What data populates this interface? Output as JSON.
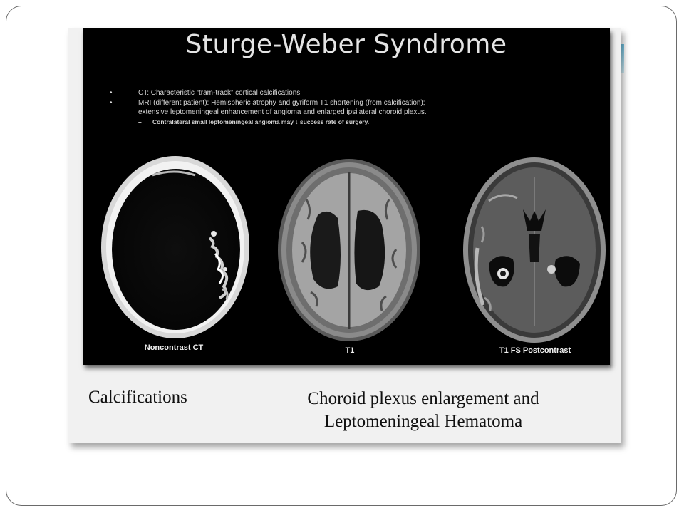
{
  "slide": {
    "title": "Sturge-Weber Syndrome",
    "bullets": [
      {
        "symbol": "•",
        "lines": [
          "CT: Characteristic “tram-track” cortical calcifications"
        ]
      },
      {
        "symbol": "•",
        "lines": [
          "MRI (different patient): Hemispheric atrophy and gyriform T1 shortening (from calcification);",
          "extensive leptomeningeal enhancement of angioma and enlarged ipsilateral choroid plexus."
        ]
      }
    ],
    "sub_bullet": {
      "symbol": "–",
      "text": "Contralateral small leptomeningeal angioma may ↓ success rate of surgery."
    },
    "scans": [
      {
        "label": "Noncontrast CT",
        "icon": "ct-brain-scan"
      },
      {
        "label": "T1",
        "icon": "t1-mri-brain-scan"
      },
      {
        "label": "T1 FS Postcontrast",
        "icon": "t1-fs-postcontrast-brain-scan"
      }
    ],
    "captions": {
      "left": "Calcifications",
      "right_line1": "Choroid plexus enlargement and",
      "right_line2": "Leptomeningeal Hematoma"
    }
  },
  "colors": {
    "panel_background": "#000000",
    "accent": "#3aa9d3",
    "frame_border": "#6a6a6a"
  }
}
